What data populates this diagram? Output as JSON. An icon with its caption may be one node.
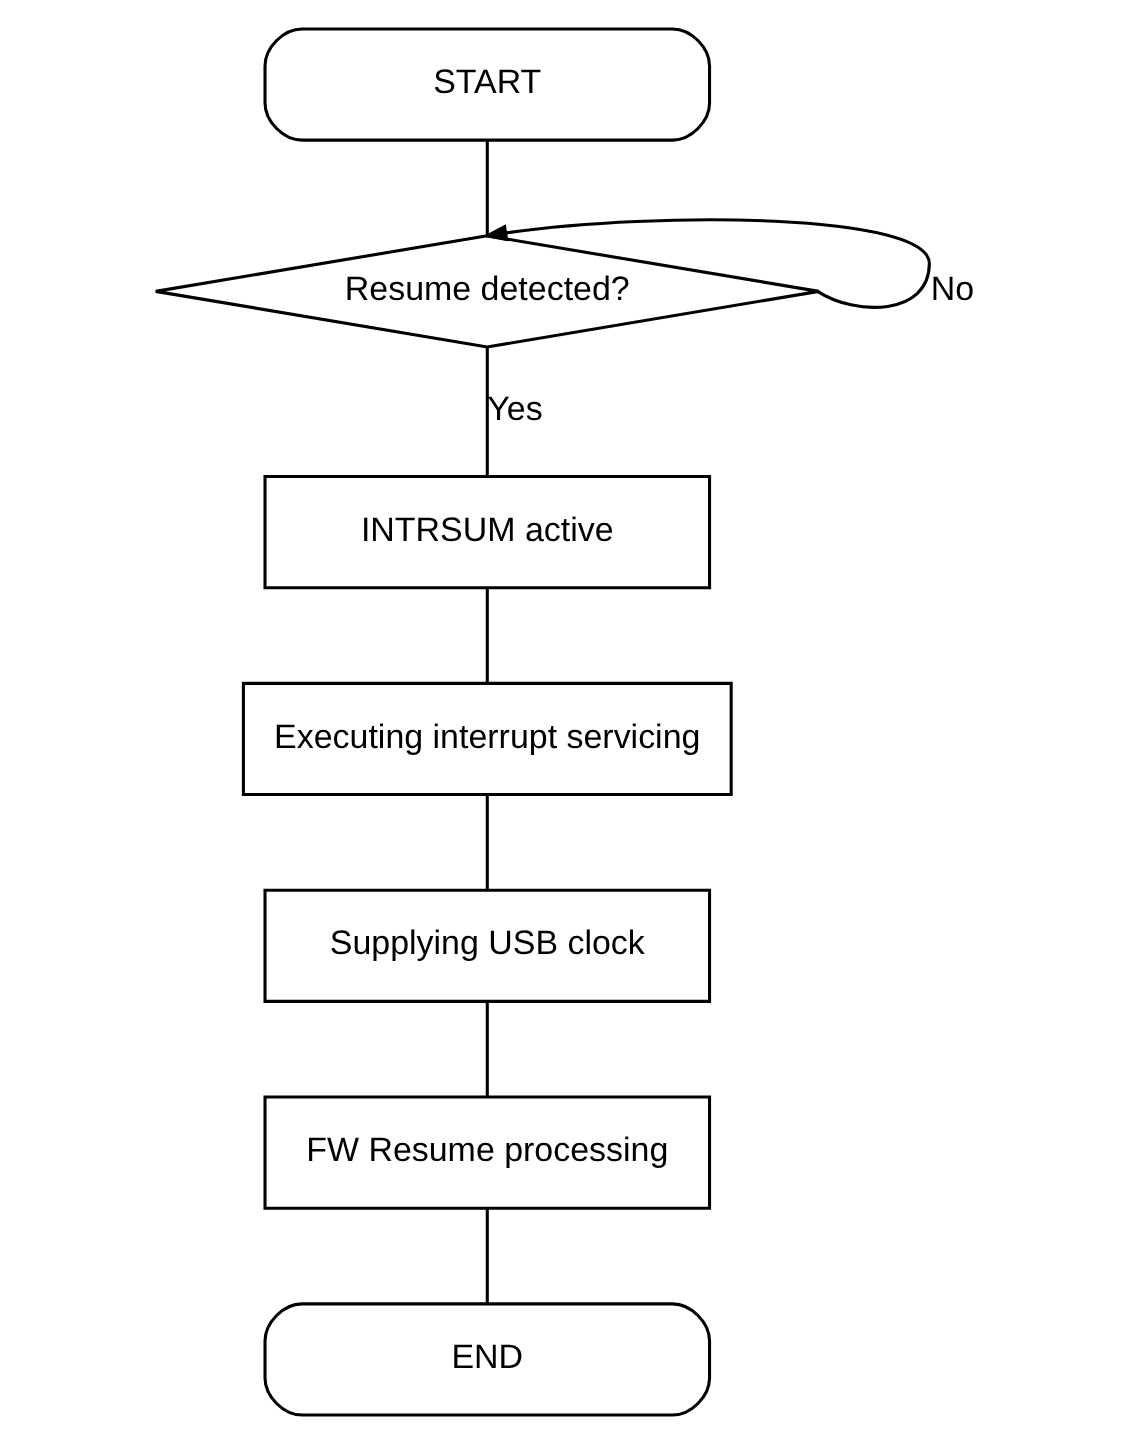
{
  "diagram": {
    "nodes": [
      {
        "text": [
          "START"
        ]
      },
      {
        "text": [
          "Resume detected?"
        ]
      },
      {
        "text": [
          "INTRSUM active"
        ]
      },
      {
        "text": [
          "Executing interrupt servicing"
        ]
      },
      {
        "text": [
          "Supplying USB clock"
        ]
      },
      {
        "text": [
          "FW Resume processing"
        ]
      },
      {
        "text": [
          "END"
        ]
      }
    ],
    "edges": [
      {
        "from": 0,
        "to": 1,
        "arrow": "none"
      },
      {
        "from": 1,
        "to": 1,
        "arrow": "to",
        "label": "No"
      },
      {
        "from": 1,
        "to": 2,
        "arrow": "none",
        "label": "Yes"
      },
      {
        "from": 2,
        "to": 3,
        "arrow": "none"
      },
      {
        "from": 3,
        "to": 4,
        "arrow": "none"
      },
      {
        "from": 4,
        "to": 5,
        "arrow": "none"
      },
      {
        "from": 5,
        "to": 6,
        "arrow": "none"
      }
    ]
  }
}
